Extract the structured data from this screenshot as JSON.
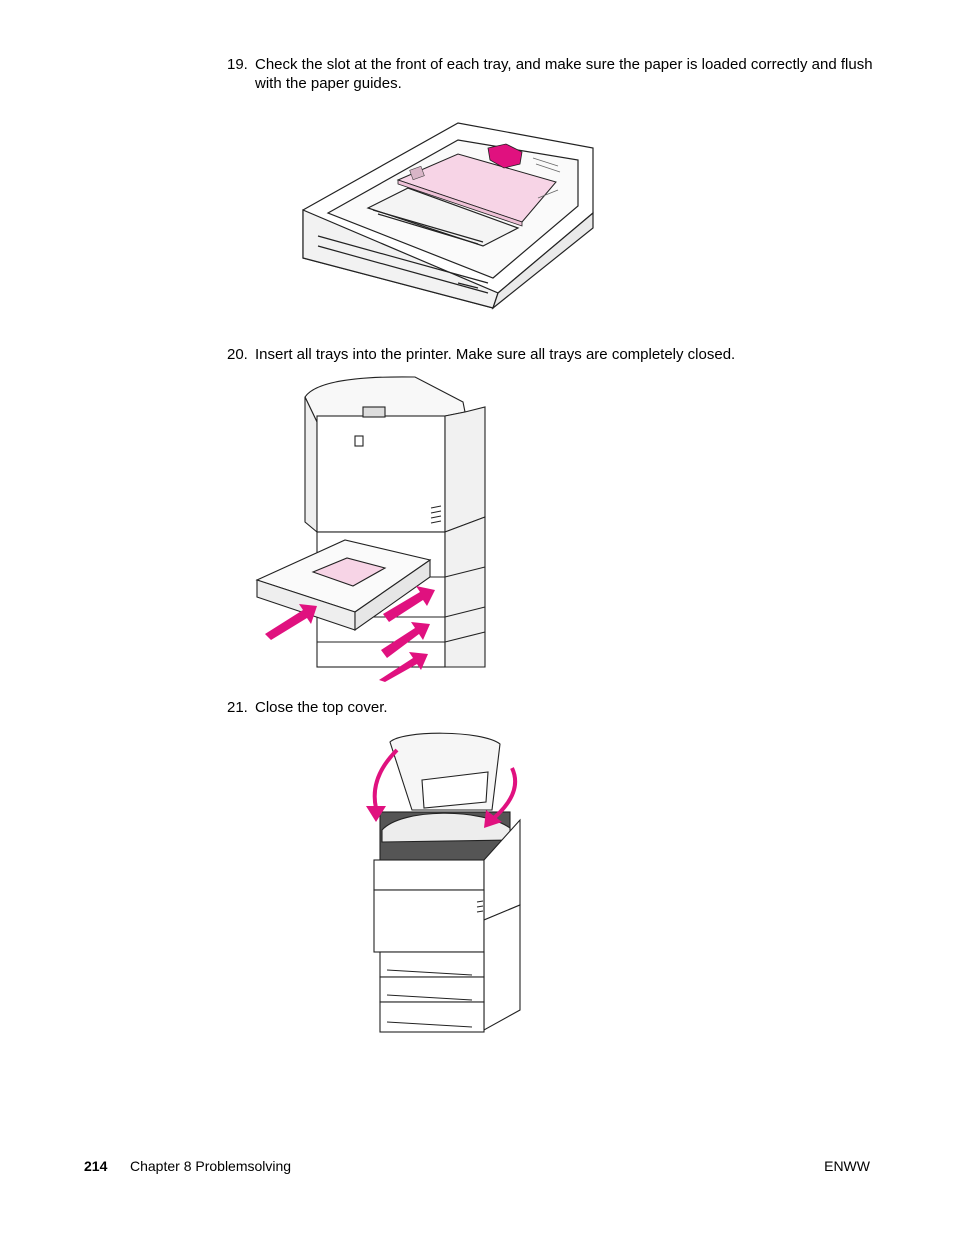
{
  "steps": [
    {
      "number": "19.",
      "text": "Check the slot at the front of each tray, and make sure the paper is loaded correctly and flush with the paper guides."
    },
    {
      "number": "20.",
      "text": "Insert all trays into the printer. Make sure all trays are completely closed."
    },
    {
      "number": "21.",
      "text": "Close the top cover."
    }
  ],
  "footer": {
    "page_number": "214",
    "chapter": "Chapter 8   Problemsolving",
    "right_label": "ENWW"
  },
  "colors": {
    "accent": "#e0117f",
    "paper": "#f7d4e6",
    "line": "#222222"
  }
}
